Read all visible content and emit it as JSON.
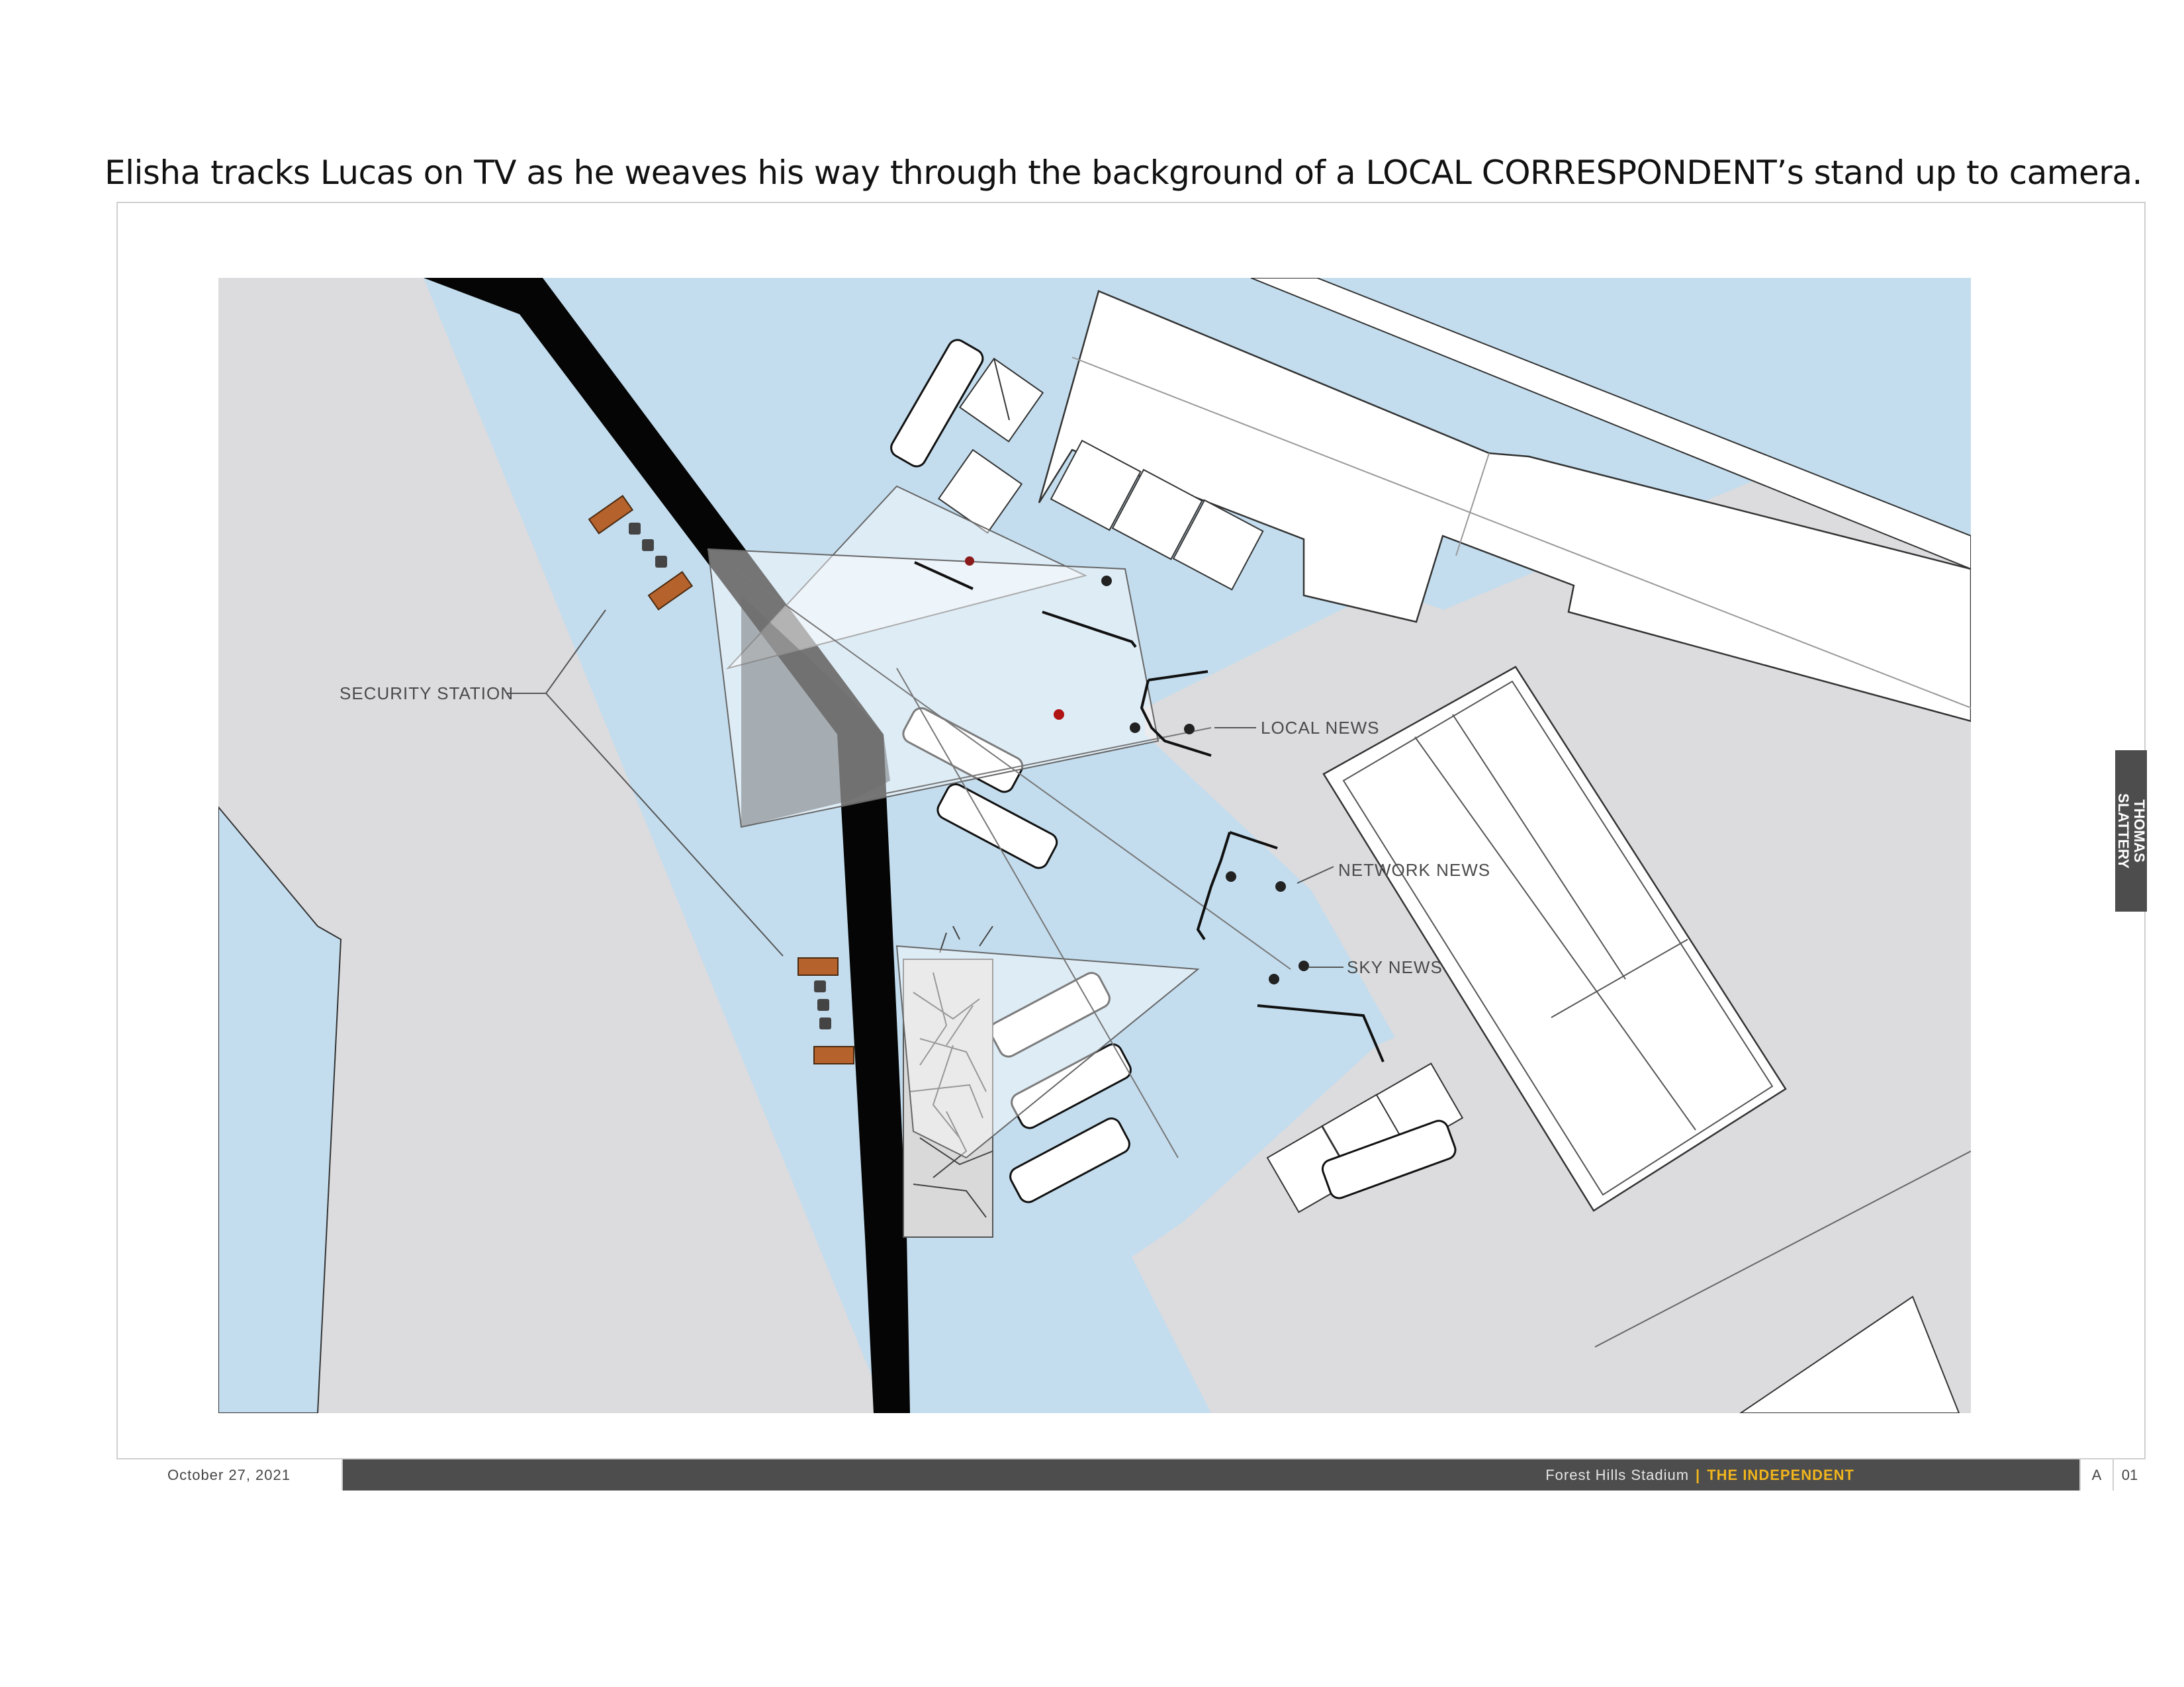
{
  "caption": "Elisha tracks Lucas on TV as he weaves his way through the background of a LOCAL CORRESPONDENT’s stand up to camera.",
  "plan": {
    "labels": {
      "security_station": "SECURITY STATION",
      "local_news": "LOCAL NEWS",
      "network_news": "NETWORK NEWS",
      "sky_news": "SKY NEWS"
    },
    "colors": {
      "water": "#c3ddee",
      "ground": "#dcdbde",
      "wall": "#050505",
      "bench": "#b5622d",
      "frustum": "#ffffff"
    }
  },
  "side_tab": {
    "line1": "THOMAS",
    "line2": "SLATTERY"
  },
  "footer": {
    "date": "October 27, 2021",
    "venue": "Forest Hills Stadium",
    "separator": "|",
    "brand": "THE INDEPENDENT",
    "sheet_letter": "A",
    "sheet_number": "01"
  }
}
